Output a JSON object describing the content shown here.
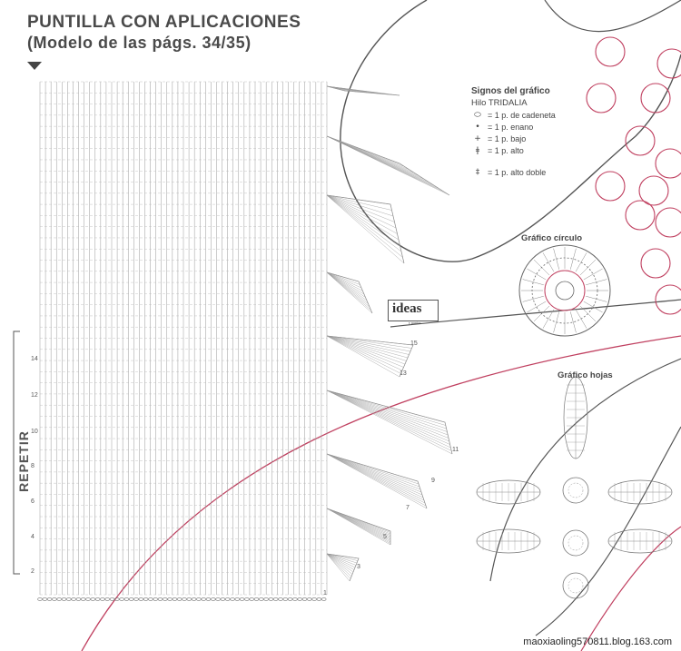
{
  "header": {
    "title": "PUNTILLA CON APLICACIONES",
    "subtitle": "(Modelo de las págs. 34/35)"
  },
  "legend": {
    "title": "Signos del gráfico",
    "yarn": "Hilo TRIDALIA",
    "items": [
      {
        "symbol": "chain-oval-icon",
        "label": "= 1 p. de cadeneta"
      },
      {
        "symbol": "dot-icon",
        "label": "= 1 p. enano"
      },
      {
        "symbol": "plus-icon",
        "label": "= 1 p. bajo"
      },
      {
        "symbol": "dc-icon",
        "label": "= 1 p. alto"
      },
      {
        "symbol": "tr-icon",
        "label": "= 1 p. alto doble"
      }
    ]
  },
  "sections": {
    "circle_title": "Gráfico círculo",
    "leaves_title": "Gráfico hojas"
  },
  "side_label": "REPETIR",
  "row_numbers": {
    "left": [
      "14",
      "12",
      "10",
      "8",
      "6",
      "4",
      "2"
    ],
    "right": [
      "15",
      "13",
      "11",
      "9",
      "7",
      "5",
      "3",
      "1"
    ]
  },
  "logo": {
    "text": "ideas",
    "small": "y puntos"
  },
  "watermark": "maoxiaoling570811.blog.163.com",
  "colors": {
    "ink": "#4a4a4a",
    "red": "#c04060",
    "grid": "#9a9a9a"
  }
}
